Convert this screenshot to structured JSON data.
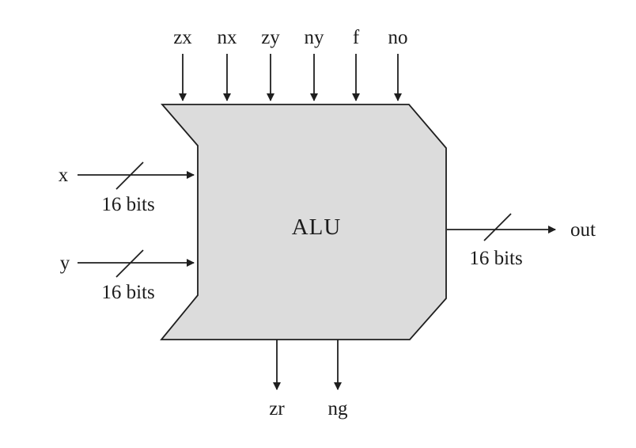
{
  "diagram": {
    "chip_label": "ALU",
    "control_inputs": [
      "zx",
      "nx",
      "zy",
      "ny",
      "f",
      "no"
    ],
    "inputs": {
      "x": {
        "label": "x",
        "bus": "16 bits"
      },
      "y": {
        "label": "y",
        "bus": "16 bits"
      }
    },
    "output": {
      "label": "out",
      "bus": "16 bits"
    },
    "flags": {
      "zr": "zr",
      "ng": "ng"
    },
    "colors": {
      "chip_fill": "#dcdcdc",
      "line": "#1f1f1f",
      "background": "#ffffff"
    }
  }
}
